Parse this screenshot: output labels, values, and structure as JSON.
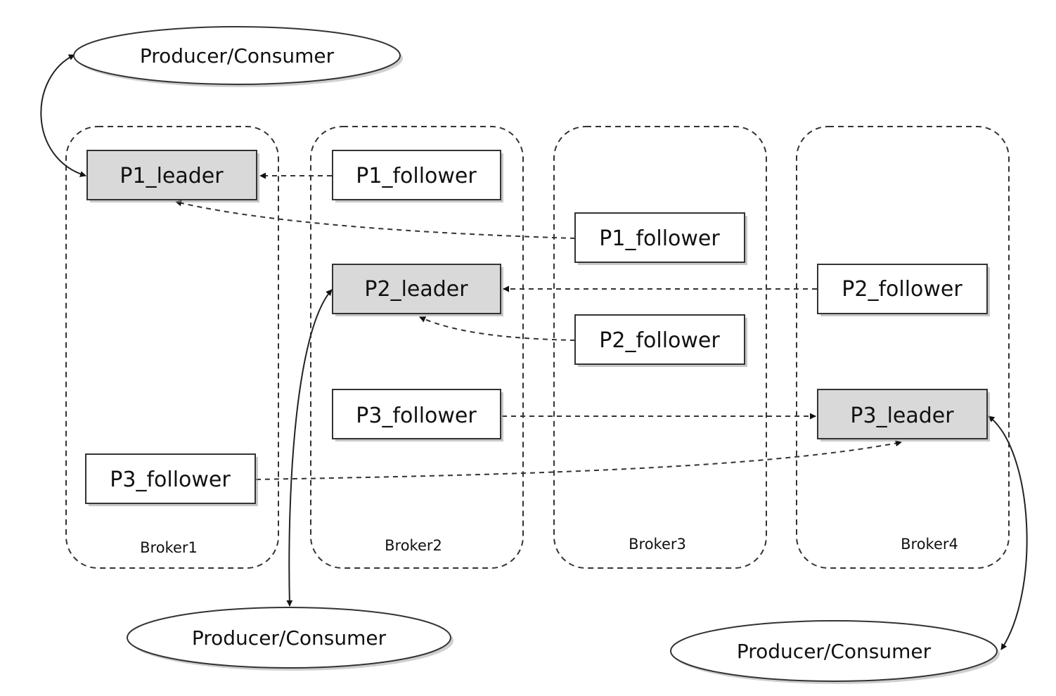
{
  "brokers": [
    {
      "name": "Broker1"
    },
    {
      "name": "Broker2"
    },
    {
      "name": "Broker3"
    },
    {
      "name": "Broker4"
    }
  ],
  "partitions": {
    "b1_p1_leader": "P1_leader",
    "b1_p3_follower": "P3_follower",
    "b2_p1_follower": "P1_follower",
    "b2_p2_leader": "P2_leader",
    "b2_p3_follower": "P3_follower",
    "b3_p1_follower": "P1_follower",
    "b3_p2_follower": "P2_follower",
    "b4_p2_follower": "P2_follower",
    "b4_p3_leader": "P3_leader"
  },
  "clients": {
    "top_left": "Producer/Consumer",
    "bottom_middle": "Producer/Consumer",
    "bottom_right": "Producer/Consumer"
  },
  "colors": {
    "leader_fill": "#d9d9d9",
    "follower_fill": "#ffffff",
    "stroke": "#333333"
  }
}
